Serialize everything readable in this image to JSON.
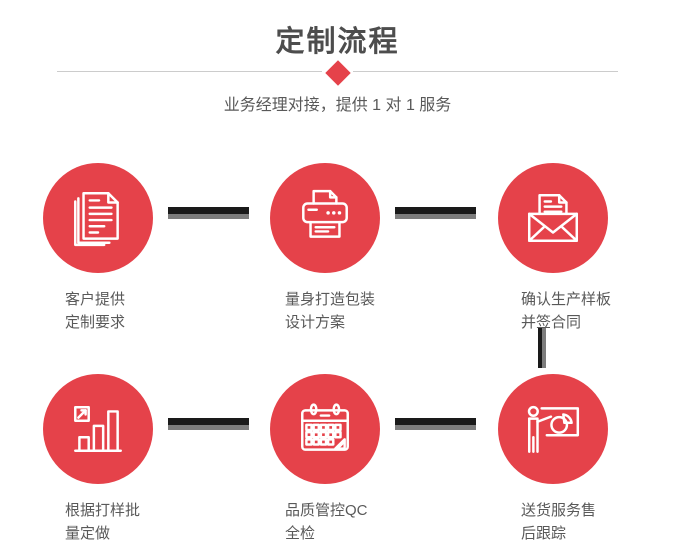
{
  "page": {
    "title": "定制流程",
    "subtitle": "业务经理对接，提供 1 对 1 服务"
  },
  "colors": {
    "accent_red": "#e5424a",
    "connector_black": "#1a1a1a",
    "connector_gray": "#7d7d7d",
    "divider_gray": "#cccccc",
    "title_gray": "#4d4d4d",
    "text_gray": "#595959"
  },
  "decorations": {
    "diamond_icon": "red-diamond-separator",
    "connector_style": "short black dash with gray shadow"
  },
  "steps": [
    {
      "icon": "documents-icon",
      "label_line1": "客户提供",
      "label_line2": "定制要求"
    },
    {
      "icon": "printer-icon",
      "label_line1": "量身打造包装",
      "label_line2": "设计方案"
    },
    {
      "icon": "envelope-icon",
      "label_line1": "确认生产样板",
      "label_line2": "并签合同"
    },
    {
      "icon": "bar-chart-icon",
      "label_line1": "根据打样批",
      "label_line2": "量定做"
    },
    {
      "icon": "calendar-icon",
      "label_line1": "品质管控QC",
      "label_line2": "全检"
    },
    {
      "icon": "presentation-icon",
      "label_line1": "送货服务售",
      "label_line2": "后跟踪"
    }
  ]
}
